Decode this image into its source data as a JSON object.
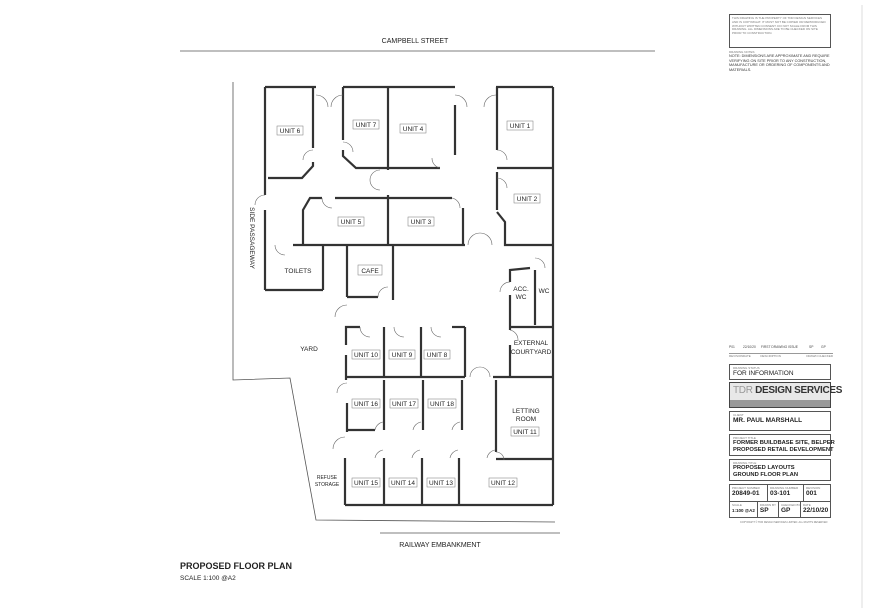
{
  "plan": {
    "streets": {
      "top": "CAMPBELL STREET",
      "bottom": "RAILWAY EMBANKMENT",
      "side": "SIDE PASSAGEWAY"
    },
    "areas": {
      "yard": "YARD",
      "refuse": "REFUSE",
      "storage": "STORAGE",
      "toilets": "TOILETS",
      "cafe": "CAFE",
      "acc_wc_1": "ACC.",
      "acc_wc_2": "WC",
      "wc": "WC",
      "courtyard_1": "EXTERNAL",
      "courtyard_2": "COURTYARD",
      "letting_1": "LETTING",
      "letting_2": "ROOM"
    },
    "units": {
      "u1": "UNIT 1",
      "u2": "UNIT 2",
      "u3": "UNIT 3",
      "u4": "UNIT 4",
      "u5": "UNIT 5",
      "u6": "UNIT 6",
      "u7": "UNIT 7",
      "u8": "UNIT 8",
      "u9": "UNIT 9",
      "u10": "UNIT 10",
      "u11": "UNIT 11",
      "u12": "UNIT 12",
      "u13": "UNIT 13",
      "u14": "UNIT 14",
      "u15": "UNIT 15",
      "u16": "UNIT 16",
      "u17": "UNIT 17",
      "u18": "UNIT 18"
    }
  },
  "drawing_title": "PROPOSED FLOOR PLAN",
  "drawing_scale": "SCALE 1:100 @A2",
  "title_block": {
    "notes_main": "THIS DRAWING IS THE PROPERTY OF TDR DESIGN SERVICES AND IS COPYRIGHT. IT MUST NOT BE COPIED OR REPRODUCED WITHOUT WRITTEN CONSENT. DO NOT SCALE FROM THIS DRAWING. ALL DIMENSIONS ARE TO BE CHECKED ON SITE PRIOR TO CONSTRUCTION.",
    "notes_heading": "DRAWING NOTES",
    "note": "NOTE: DIMENSIONS ARE APPROXIMATE AND REQUIRE VERIFYING ON SITE PRIOR TO ANY CONSTRUCTION, MANUFACTURE OR ORDERING OF COMPONENTS AND MATERIALS.",
    "revision_row": {
      "rev": "P01",
      "date": "22/10/20",
      "description": "FIRST DRAWING ISSUE",
      "drawn": "SP",
      "checked": "GP"
    },
    "revision_headers": {
      "rev": "REVISION",
      "date": "DATE",
      "description": "DESCRIPTION",
      "drawn": "DRAWN",
      "checked": "CHECKED"
    },
    "status_label": "DRAWING STATUS",
    "status": "FOR INFORMATION",
    "company_prefix": "TDR",
    "company_name": "DESIGN SERVICES",
    "client_label": "CLIENT",
    "client": "MR. PAUL MARSHALL",
    "project_label": "PROJECT TITLE",
    "project_1": "FORMER BUILDBASE SITE, BELPER",
    "project_2": "PROPOSED RETAIL DEVELOPMENT",
    "drawing_label": "DRAWING TITLE",
    "drawing_1": "PROPOSED LAYOUTS",
    "drawing_2": "GROUND FLOOR PLAN",
    "project_number_label": "PROJECT NUMBER",
    "project_number": "20849-01",
    "drawing_number_label": "DRAWING NUMBER",
    "drawing_number": "03-101",
    "revision_label": "REVISION",
    "revision": "001",
    "scale_label": "SCALE",
    "scale": "1:100 @A2",
    "drawn_label": "DRAWN BY",
    "drawn": "SP",
    "checked_label": "CHECKED BY",
    "checked": "GP",
    "date_label": "DATE",
    "date": "22/10/20",
    "copyright": "COPYRIGHT © TDR DESIGN SERVICES LIMITED. ALL RIGHTS RESERVED"
  }
}
